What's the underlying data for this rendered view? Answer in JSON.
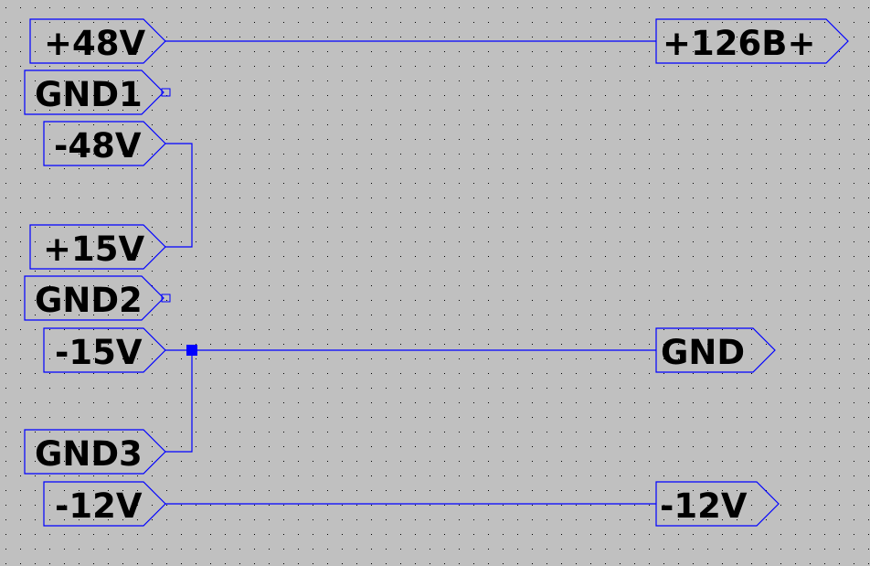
{
  "colors": {
    "background": "#c0c0c0",
    "wire": "#0000ff",
    "port_outline": "#0000ff",
    "grid_dot": "#000000",
    "text": "#000000",
    "junction": "#0000ff"
  },
  "ports": {
    "p48v": "+48V",
    "p126b": "+126B+",
    "gnd1": "GND1",
    "m48v": "-48V",
    "p15v": "+15V",
    "gnd2": "GND2",
    "m15v": "-15V",
    "gnd": "GND",
    "gnd3": "GND3",
    "m12v_left": "-12V",
    "m12v_right": "-12V"
  }
}
